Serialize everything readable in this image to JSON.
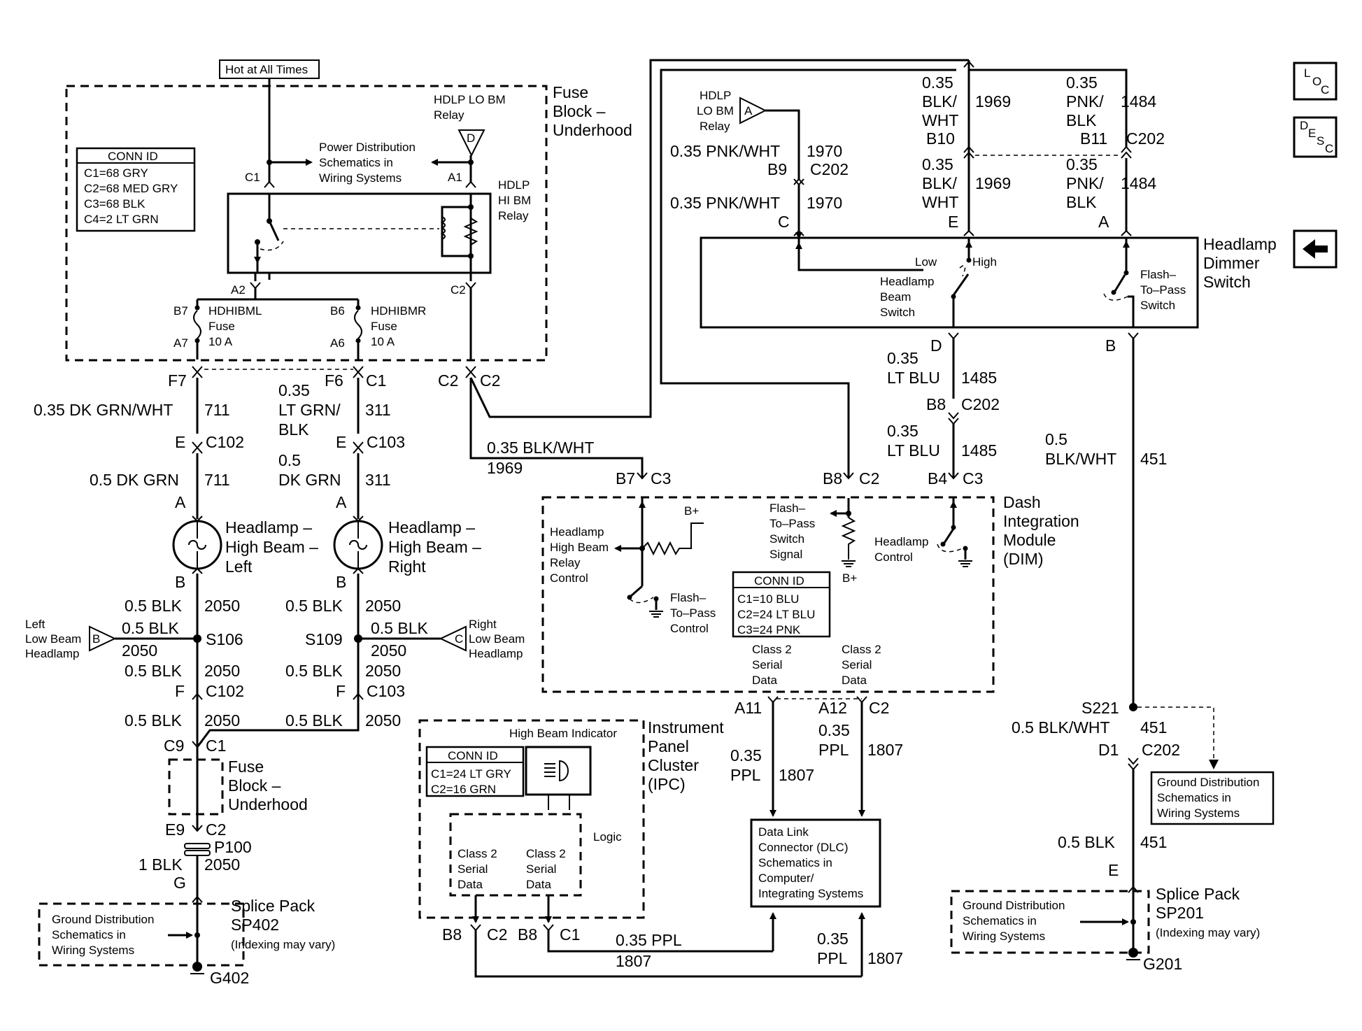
{
  "nav": {
    "loc": "L",
    "loc_sub": "O",
    "loc_sub2": "C",
    "desc": "D",
    "desc_sub": "E",
    "desc_sub2": "S",
    "desc_sub3": "C"
  },
  "top": {
    "hot_label": "Hot at All Times"
  },
  "fuse_block": {
    "title_l1": "Fuse",
    "title_l2": "Block –",
    "title_l3": "Underhood",
    "conn_id_title": "CONN ID",
    "conn_ids": [
      "C1=68 GRY",
      "C2=68 MED GRY",
      "C3=68 BLK",
      "C4=2 LT GRN"
    ],
    "lo_relay": [
      "HDLP LO BM",
      "Relay"
    ],
    "hi_relay": [
      "HDLP",
      "HI BM",
      "Relay"
    ],
    "lo_relay_pin": "D",
    "power_dist": [
      "Power Distribution",
      "Schematics in",
      "Wiring Systems"
    ],
    "c1": "C1",
    "a1": "A1",
    "a2": "A2",
    "c2": "C2",
    "b7": "B7",
    "a7": "A7",
    "b6": "B6",
    "a6": "A6",
    "fuse_left": [
      "HDHIBML",
      "Fuse",
      "10 A"
    ],
    "fuse_right": [
      "HDHIBMR",
      "Fuse",
      "10 A"
    ]
  },
  "left_circuits": {
    "f7": "F7",
    "f6": "F6",
    "c1": "C1",
    "c2a": "C2",
    "c2b": "C2",
    "wire711": "0.35 DK GRN/WHT",
    "ckt711": "711",
    "wire311_l1": "0.35",
    "wire311_l2": "LT GRN/",
    "wire311_l3": "BLK",
    "ckt311": "311",
    "e_left": "E",
    "c102": "C102",
    "e_right": "E",
    "c103": "C103",
    "wire711b": "0.5 DK GRN",
    "ckt711b": "711",
    "wire311b_l1": "0.5",
    "wire311b_l2": "DK GRN",
    "ckt311b": "311",
    "a_left": "A",
    "a_right": "A",
    "hl_left": [
      "Headlamp –",
      "High Beam –",
      "Left"
    ],
    "hl_right": [
      "Headlamp –",
      "High Beam –",
      "Right"
    ],
    "b_left": "B",
    "b_right": "B",
    "blk": "0.5 BLK",
    "ckt2050": "2050",
    "s106": "S106",
    "s109": "S109",
    "left_low": [
      "Left",
      "Low Beam",
      "Headlamp"
    ],
    "left_low_pin": "B",
    "right_low": [
      "Right",
      "Low Beam",
      "Headlamp"
    ],
    "right_low_pin": "C",
    "f_left": "F",
    "f_right": "F",
    "c102b": "C102",
    "c103b": "C103",
    "c9": "C9",
    "c1b": "C1",
    "fb2": [
      "Fuse",
      "Block –",
      "Underhood"
    ],
    "e9": "E9",
    "c2c": "C2",
    "p100": "P100",
    "blk1": "1 BLK",
    "g": "G",
    "sp402": [
      "Splice Pack",
      "SP402",
      "(Indexing may vary)"
    ],
    "g402": "G402",
    "ground_dist": [
      "Ground Distribution",
      "Schematics in",
      "Wiring Systems"
    ]
  },
  "dimmer": {
    "hdlp_lo": [
      "HDLP",
      "LO BM",
      "Relay"
    ],
    "hdlp_lo_pin": "A",
    "w1970a": "0.35 PNK/WHT",
    "c1970a": "1970",
    "b9": "B9",
    "c202a": "C202",
    "w1970b": "0.35 PNK/WHT",
    "c1970b": "1970",
    "pin_c": "C",
    "w1969_l1": "0.35",
    "w1969_l2": "BLK/",
    "w1969_l3": "WHT",
    "c1969": "1969",
    "b10": "B10",
    "w1969b_l1": "0.35",
    "w1969b_l2": "BLK/",
    "w1969b_l3": "WHT",
    "c1969b": "1969",
    "pin_e": "E",
    "w1484_l1": "0.35",
    "w1484_l2": "PNK/",
    "w1484_l3": "BLK",
    "c1484": "1484",
    "b11": "B11",
    "c202b": "C202",
    "w1484b_l1": "0.35",
    "w1484b_l2": "PNK/",
    "w1484b_l3": "BLK",
    "c1484b": "1484",
    "pin_a": "A",
    "title": [
      "Headlamp",
      "Dimmer",
      "Switch"
    ],
    "low": "Low",
    "high": "High",
    "beam_switch": [
      "Headlamp",
      "Beam",
      "Switch"
    ],
    "flash_switch": [
      "Flash–",
      "To–Pass",
      "Switch"
    ],
    "pin_d": "D",
    "pin_b": "B",
    "w1485_l1": "0.35",
    "w1485_l2": "LT BLU",
    "c1485": "1485",
    "b8": "B8",
    "c202c": "C202",
    "w1485b_l1": "0.35",
    "w1485b_l2": "LT BLU",
    "c1485b": "1485",
    "w451_l1": "0.5",
    "w451_l2": "BLK/WHT",
    "c451": "451"
  },
  "dim": {
    "w1969": "0.35 BLK/WHT",
    "c1969": "1969",
    "b7": "B7",
    "c3": "C3",
    "b8": "B8",
    "c2": "C2",
    "b4": "B4",
    "c3b": "C3",
    "title": [
      "Dash",
      "Integration",
      "Module",
      "(DIM)"
    ],
    "bplus": "B+",
    "bplus2": "B+",
    "hi_relay_ctrl": [
      "Headlamp",
      "High Beam",
      "Relay",
      "Control"
    ],
    "ftp_signal": [
      "Flash–",
      "To–Pass",
      "Switch",
      "Signal"
    ],
    "hl_control": [
      "Headlamp",
      "Control"
    ],
    "ftp_control": [
      "Flash–",
      "To–Pass",
      "Control"
    ],
    "conn_id_title": "CONN ID",
    "conn_ids": [
      "C1=10 BLU",
      "C2=24 LT BLU",
      "C3=24 PNK"
    ],
    "serial1": [
      "Class 2",
      "Serial",
      "Data"
    ],
    "serial2": [
      "Class 2",
      "Serial",
      "Data"
    ],
    "a11": "A11",
    "a12": "A12",
    "c2b": "C2",
    "ppl1_l1": "0.35",
    "ppl1_l2": "PPL",
    "c1807a": "1807",
    "ppl2_l1": "0.35",
    "ppl2_l2": "PPL",
    "c1807b": "1807"
  },
  "ipc": {
    "hb_indicator": "High Beam Indicator",
    "title": [
      "Instrument",
      "Panel",
      "Cluster",
      "(IPC)"
    ],
    "conn_id_title": "CONN ID",
    "conn_ids": [
      "C1=24 LT GRY",
      "C2=16 GRN"
    ],
    "logic": "Logic",
    "serial1": [
      "Class 2",
      "Serial",
      "Data"
    ],
    "serial2": [
      "Class 2",
      "Serial",
      "Data"
    ],
    "b8a": "B8",
    "c2": "C2",
    "b8b": "B8",
    "c1": "C1",
    "ppl": "0.35 PPL",
    "c1807": "1807",
    "ppl2_l1": "0.35",
    "ppl2_l2": "PPL",
    "c1807b": "1807"
  },
  "dlc": {
    "lines": [
      "Data Link",
      "Connector (DLC)",
      "Schematics in",
      "Computer/",
      "Integrating Systems"
    ]
  },
  "right_ground": {
    "s221": "S221",
    "w451": "0.5 BLK/WHT",
    "c451": "451",
    "d1": "D1",
    "c202": "C202",
    "ground_dist": [
      "Ground Distribution",
      "Schematics in",
      "Wiring Systems"
    ],
    "blk": "0.5 BLK",
    "c451b": "451",
    "e": "E",
    "sp201": [
      "Splice Pack",
      "SP201",
      "(Indexing may vary)"
    ],
    "g201": "G201",
    "ground_dist2": [
      "Ground Distribution",
      "Schematics in",
      "Wiring Systems"
    ]
  }
}
